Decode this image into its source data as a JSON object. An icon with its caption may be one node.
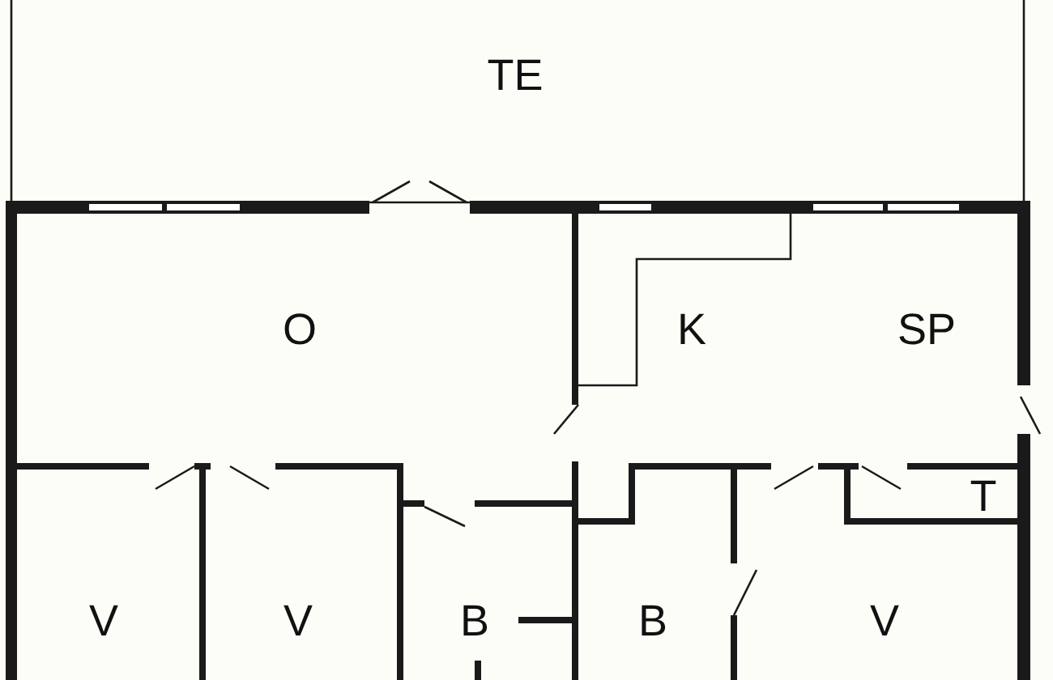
{
  "diagram": {
    "labels": [
      "TE",
      "O",
      "K",
      "SP",
      "V",
      "V",
      "B",
      "B",
      "V",
      "T"
    ]
  }
}
